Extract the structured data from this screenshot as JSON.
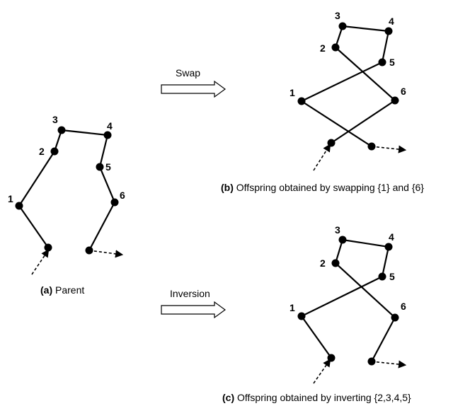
{
  "operators": {
    "swap": "Swap",
    "inversion": "Inversion"
  },
  "captions": {
    "a": {
      "tag": "(a)",
      "text": " Parent"
    },
    "b": {
      "tag": "(b)",
      "text": " Offspring obtained by swapping {1} and {6}"
    },
    "c": {
      "tag": "(c)",
      "text": " Offspring obtained by inverting {2,3,4,5}"
    }
  },
  "node_labels": [
    "1",
    "2",
    "3",
    "4",
    "5",
    "6"
  ]
}
